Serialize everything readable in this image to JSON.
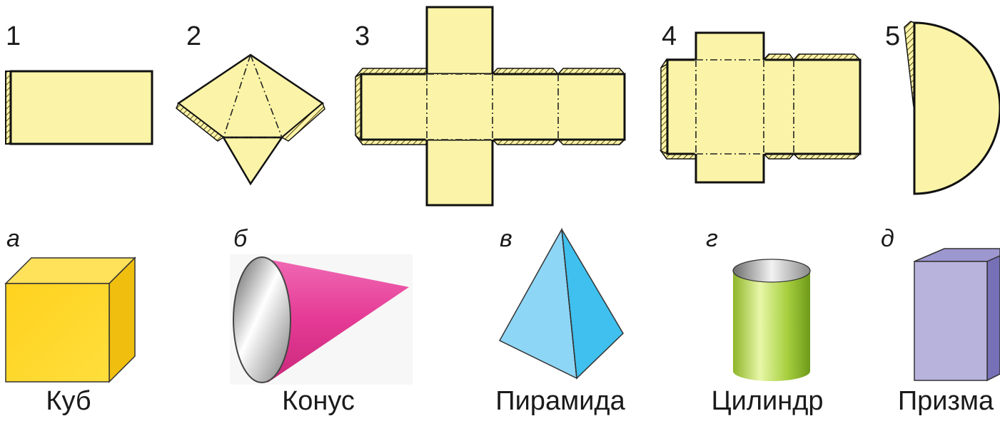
{
  "nets": [
    {
      "number": "1"
    },
    {
      "number": "2"
    },
    {
      "number": "3"
    },
    {
      "number": "4"
    },
    {
      "number": "5"
    }
  ],
  "solids": [
    {
      "letter": "а",
      "name": "Куб"
    },
    {
      "letter": "б",
      "name": "Конус"
    },
    {
      "letter": "в",
      "name": "Пирамида"
    },
    {
      "letter": "г",
      "name": "Цилиндр"
    },
    {
      "letter": "д",
      "name": "Призма"
    }
  ],
  "colors": {
    "net_fill": "#FBF4A8",
    "cube": "#FFD630",
    "cone": "#E8409A",
    "pyramid": "#6ED0F5",
    "cylinder": "#9CC83A",
    "prism": "#B7B2DC"
  }
}
